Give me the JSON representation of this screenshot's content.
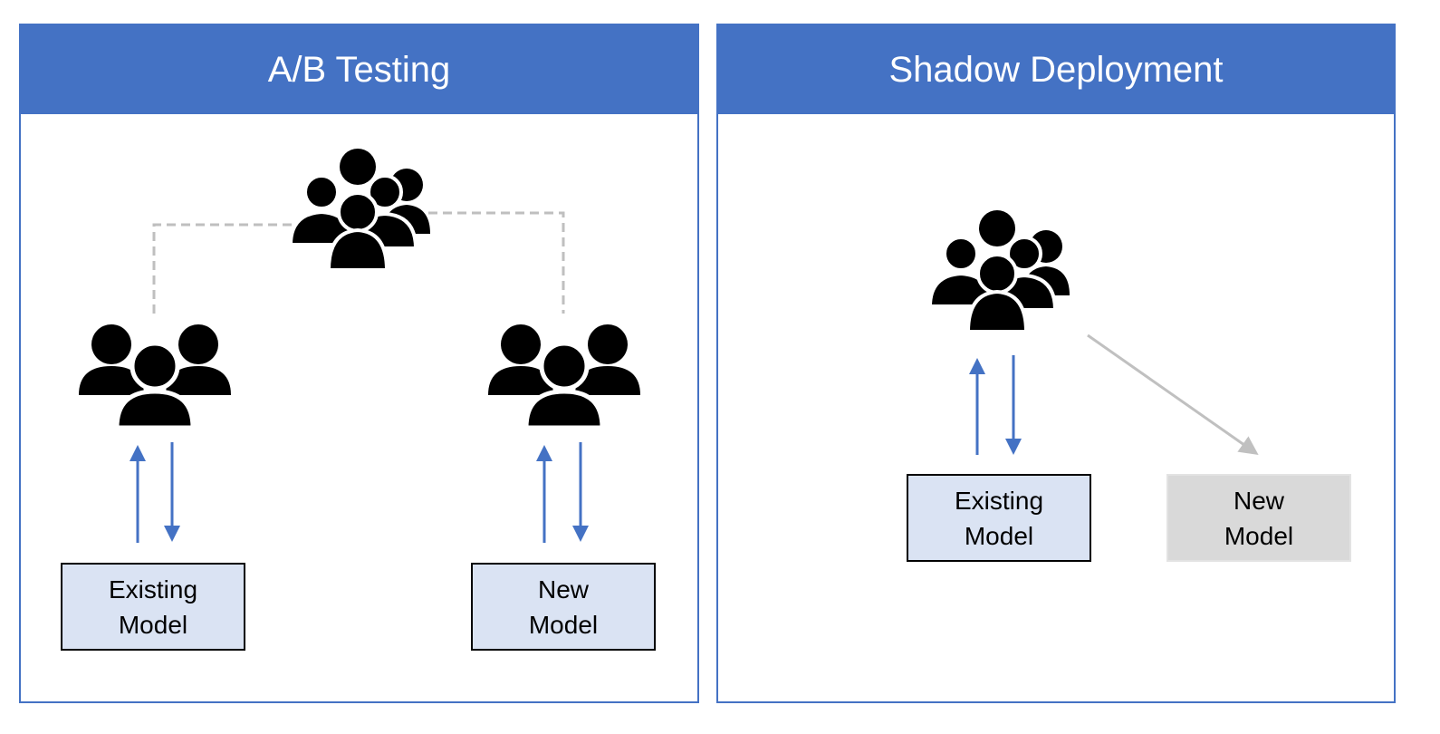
{
  "panels": [
    {
      "title": "A/B Testing",
      "boxes": {
        "left": {
          "line1": "Existing",
          "line2": "Model"
        },
        "right": {
          "line1": "New",
          "line2": "Model"
        }
      }
    },
    {
      "title": "Shadow Deployment",
      "boxes": {
        "left": {
          "line1": "Existing",
          "line2": "Model"
        },
        "right": {
          "line1": "New",
          "line2": "Model"
        }
      }
    }
  ],
  "icons": {
    "crowd": "users-group-icon",
    "group": "user-group-icon"
  },
  "colors": {
    "header": "#4472c4",
    "border": "#4472c4",
    "arrow": "#4472c4",
    "existing_box": "#dae3f3",
    "shadow_box": "#d9d9d9",
    "dashed": "#bfbfbf",
    "shadow_arrow": "#c0c0c0"
  }
}
